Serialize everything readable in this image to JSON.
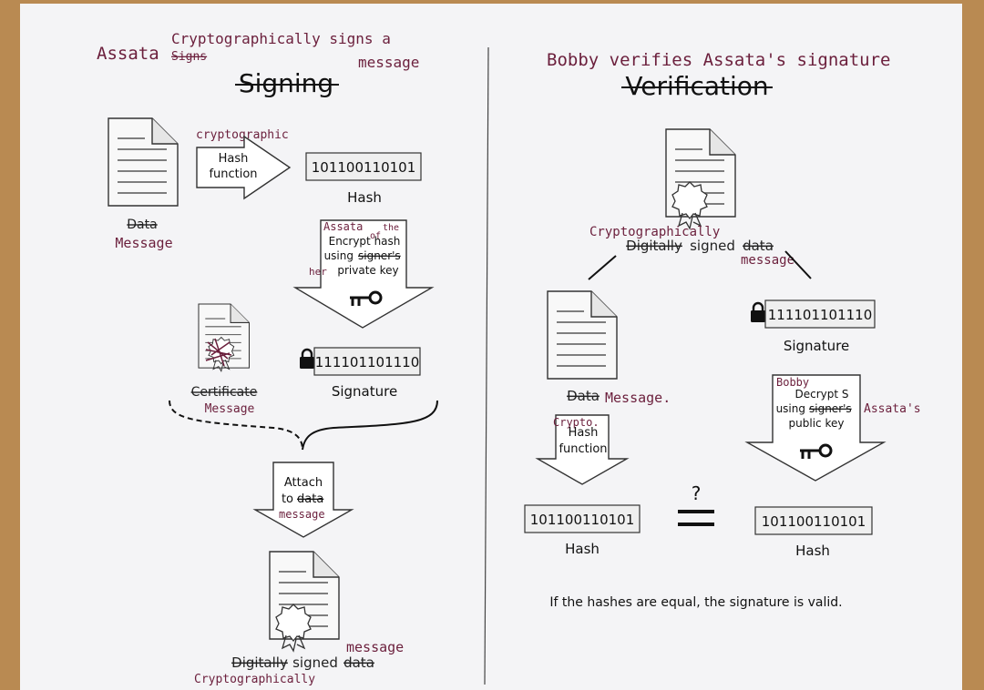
{
  "left": {
    "handwritten_title": "Assata",
    "handwritten_title_struck": "Signs",
    "handwritten_title_line1": "Cryptographically signs a",
    "handwritten_title_line2": "message",
    "title": "Signing",
    "hash_function_annotation": "cryptographic",
    "hash_function_line1": "Hash",
    "hash_function_line2": "function",
    "hash_value": "101100110101",
    "hash_label": "Hash",
    "data_label_struck": "Data",
    "data_label_hand": "Message",
    "encrypt_annot_name": "Assata",
    "encrypt_annot_the": "the",
    "encrypt_annot_of": "of",
    "encrypt_line1": "Encrypt hash",
    "encrypt_line2_prefix": "using",
    "encrypt_line2_struck": "signer's",
    "encrypt_annot_her": "her",
    "encrypt_line3": "private key",
    "signature_value": "111101101110",
    "signature_label": "Signature",
    "certificate_struck": "Certificate",
    "certificate_hand": "Message",
    "attach_line1": "Attach",
    "attach_line2_prefix": "to",
    "attach_line2_struck": "data",
    "attach_hand": "message",
    "bottom_struck_1": "Digitally",
    "bottom_plain": "signed",
    "bottom_struck_2": "data",
    "bottom_hand_message": "message",
    "bottom_hand_crypto": "Cryptographically"
  },
  "right": {
    "handwritten_title": "Bobby verifies Assata's signature",
    "title": "Verification",
    "signed_hand": "Cryptographically",
    "signed_struck": "Digitally",
    "signed_plain": "signed",
    "signed_struck_2": "data",
    "signed_hand_message": "message",
    "signature_value": "111101101110",
    "signature_label": "Signature",
    "data_struck": "Data",
    "data_hand": "Message.",
    "hash_annot": "Crypto.",
    "hash_function_line1": "Hash",
    "hash_function_line2": "function",
    "decrypt_annot": "Bobby",
    "decrypt_line1": "Decrypt S",
    "decrypt_line2_prefix": "using",
    "decrypt_line2_struck": "signer's",
    "decrypt_annot_assata": "Assata's",
    "decrypt_line3": "public key",
    "question": "?",
    "hash_value_left": "101100110101",
    "hash_label_left": "Hash",
    "hash_value_right": "101100110101",
    "hash_label_right": "Hash",
    "conclusion": "If the hashes are equal, the signature is valid."
  },
  "colors": {
    "ink": "#1f1f1f",
    "hand": "#6b1f3c",
    "paper": "#f4f4f6",
    "table": "#b98a52"
  }
}
